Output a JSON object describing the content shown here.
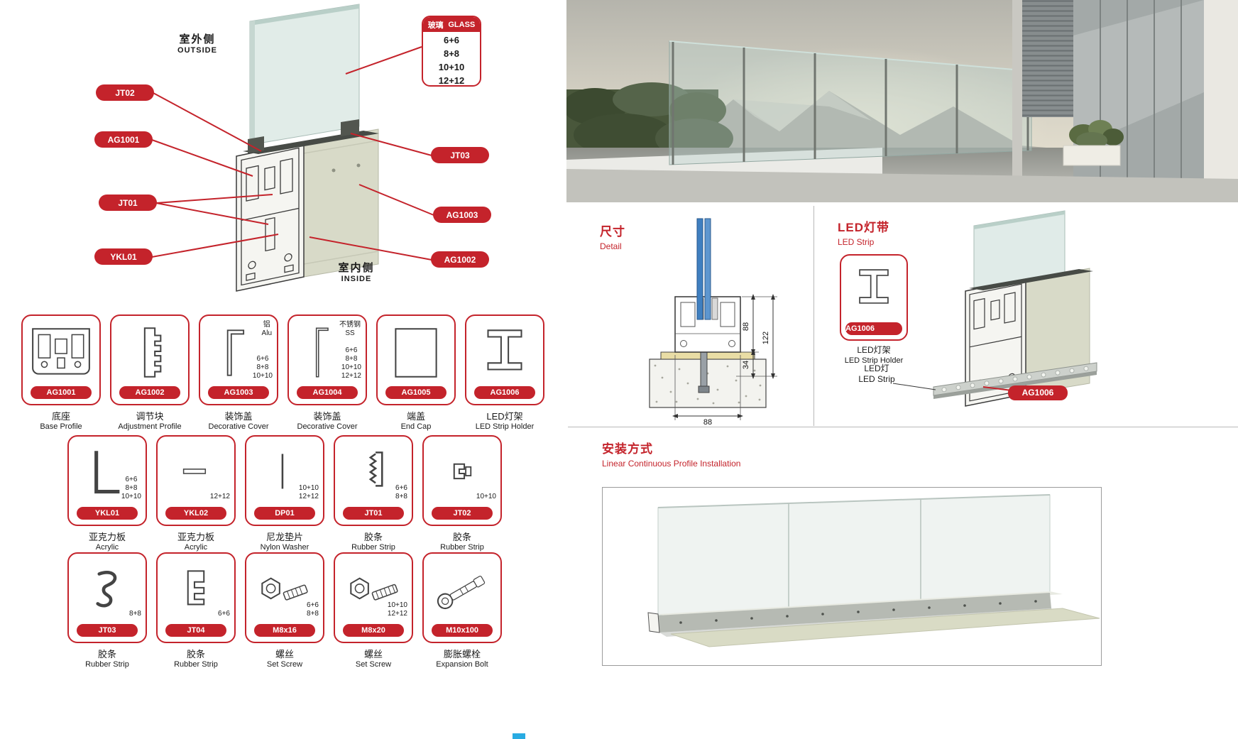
{
  "colors": {
    "accent": "#c4232b",
    "glass_blue": "#3f7fc0",
    "beige": "#d8dac8"
  },
  "exploded": {
    "outside_cn": "室外侧",
    "outside_en": "OUTSIDE",
    "inside_cn": "室内侧",
    "inside_en": "INSIDE",
    "glass_box": {
      "title_cn": "玻璃",
      "title_en": "GLASS",
      "options": [
        "6+6",
        "8+8",
        "10+10",
        "12+12"
      ]
    },
    "callouts": {
      "c1": "JT02",
      "c2": "AG1001",
      "c3": "JT01",
      "c4": "YKL01",
      "c5": "JT03",
      "c6": "AG1003",
      "c7": "AG1002"
    }
  },
  "detail_section": {
    "title_cn": "尺寸",
    "title_en": "Detail",
    "dims": {
      "profile_height": "88",
      "total_height": "122",
      "base_height": "34",
      "width": "88"
    }
  },
  "led_section": {
    "title_cn": "LED灯带",
    "title_en": "LED Strip",
    "holder_code": "AG1006",
    "holder_cn": "LED灯架",
    "holder_en": "LED Strip Holder",
    "strip_cn": "LED灯",
    "strip_en": "LED Strip",
    "callout": "AG1006"
  },
  "install_section": {
    "title_cn": "安装方式",
    "title_en": "Linear Continuous Profile Installation"
  },
  "components": [
    {
      "code": "AG1001",
      "cn": "底座",
      "en": "Base Profile",
      "note": "",
      "sizes": ""
    },
    {
      "code": "AG1002",
      "cn": "调节块",
      "en": "Adjustment Profile",
      "note": "",
      "sizes": ""
    },
    {
      "code": "AG1003",
      "cn": "装饰盖",
      "en": "Decorative Cover",
      "note": "铝\nAlu",
      "sizes": "6+6\n8+8\n10+10"
    },
    {
      "code": "AG1004",
      "cn": "装饰盖",
      "en": "Decorative Cover",
      "note": "不锈钢\nSS",
      "sizes": "6+6\n8+8\n10+10\n12+12"
    },
    {
      "code": "AG1005",
      "cn": "端盖",
      "en": "End Cap",
      "note": "",
      "sizes": ""
    },
    {
      "code": "AG1006",
      "cn": "LED灯架",
      "en": "LED Strip Holder",
      "note": "",
      "sizes": ""
    },
    {
      "code": "YKL01",
      "cn": "亚克力板",
      "en": "Acrylic",
      "note": "",
      "sizes": "6+6\n8+8\n10+10"
    },
    {
      "code": "YKL02",
      "cn": "亚克力板",
      "en": "Acrylic",
      "note": "",
      "sizes": "12+12"
    },
    {
      "code": "DP01",
      "cn": "尼龙垫片",
      "en": "Nylon Washer",
      "note": "",
      "sizes": "10+10\n12+12"
    },
    {
      "code": "JT01",
      "cn": "胶条",
      "en": "Rubber Strip",
      "note": "",
      "sizes": "6+6\n8+8"
    },
    {
      "code": "JT02",
      "cn": "胶条",
      "en": "Rubber Strip",
      "note": "",
      "sizes": "10+10"
    },
    {
      "code": "JT03",
      "cn": "胶条",
      "en": "Rubber Strip",
      "note": "",
      "sizes": "8+8"
    },
    {
      "code": "JT04",
      "cn": "胶条",
      "en": "Rubber Strip",
      "note": "",
      "sizes": "6+6"
    },
    {
      "code": "M8x16",
      "cn": "螺丝",
      "en": "Set Screw",
      "note": "",
      "sizes": "6+6\n8+8"
    },
    {
      "code": "M8x20",
      "cn": "螺丝",
      "en": "Set Screw",
      "note": "",
      "sizes": "10+10\n12+12"
    },
    {
      "code": "M10x100",
      "cn": "膨胀螺栓",
      "en": "Expansion Bolt",
      "note": "",
      "sizes": ""
    }
  ]
}
